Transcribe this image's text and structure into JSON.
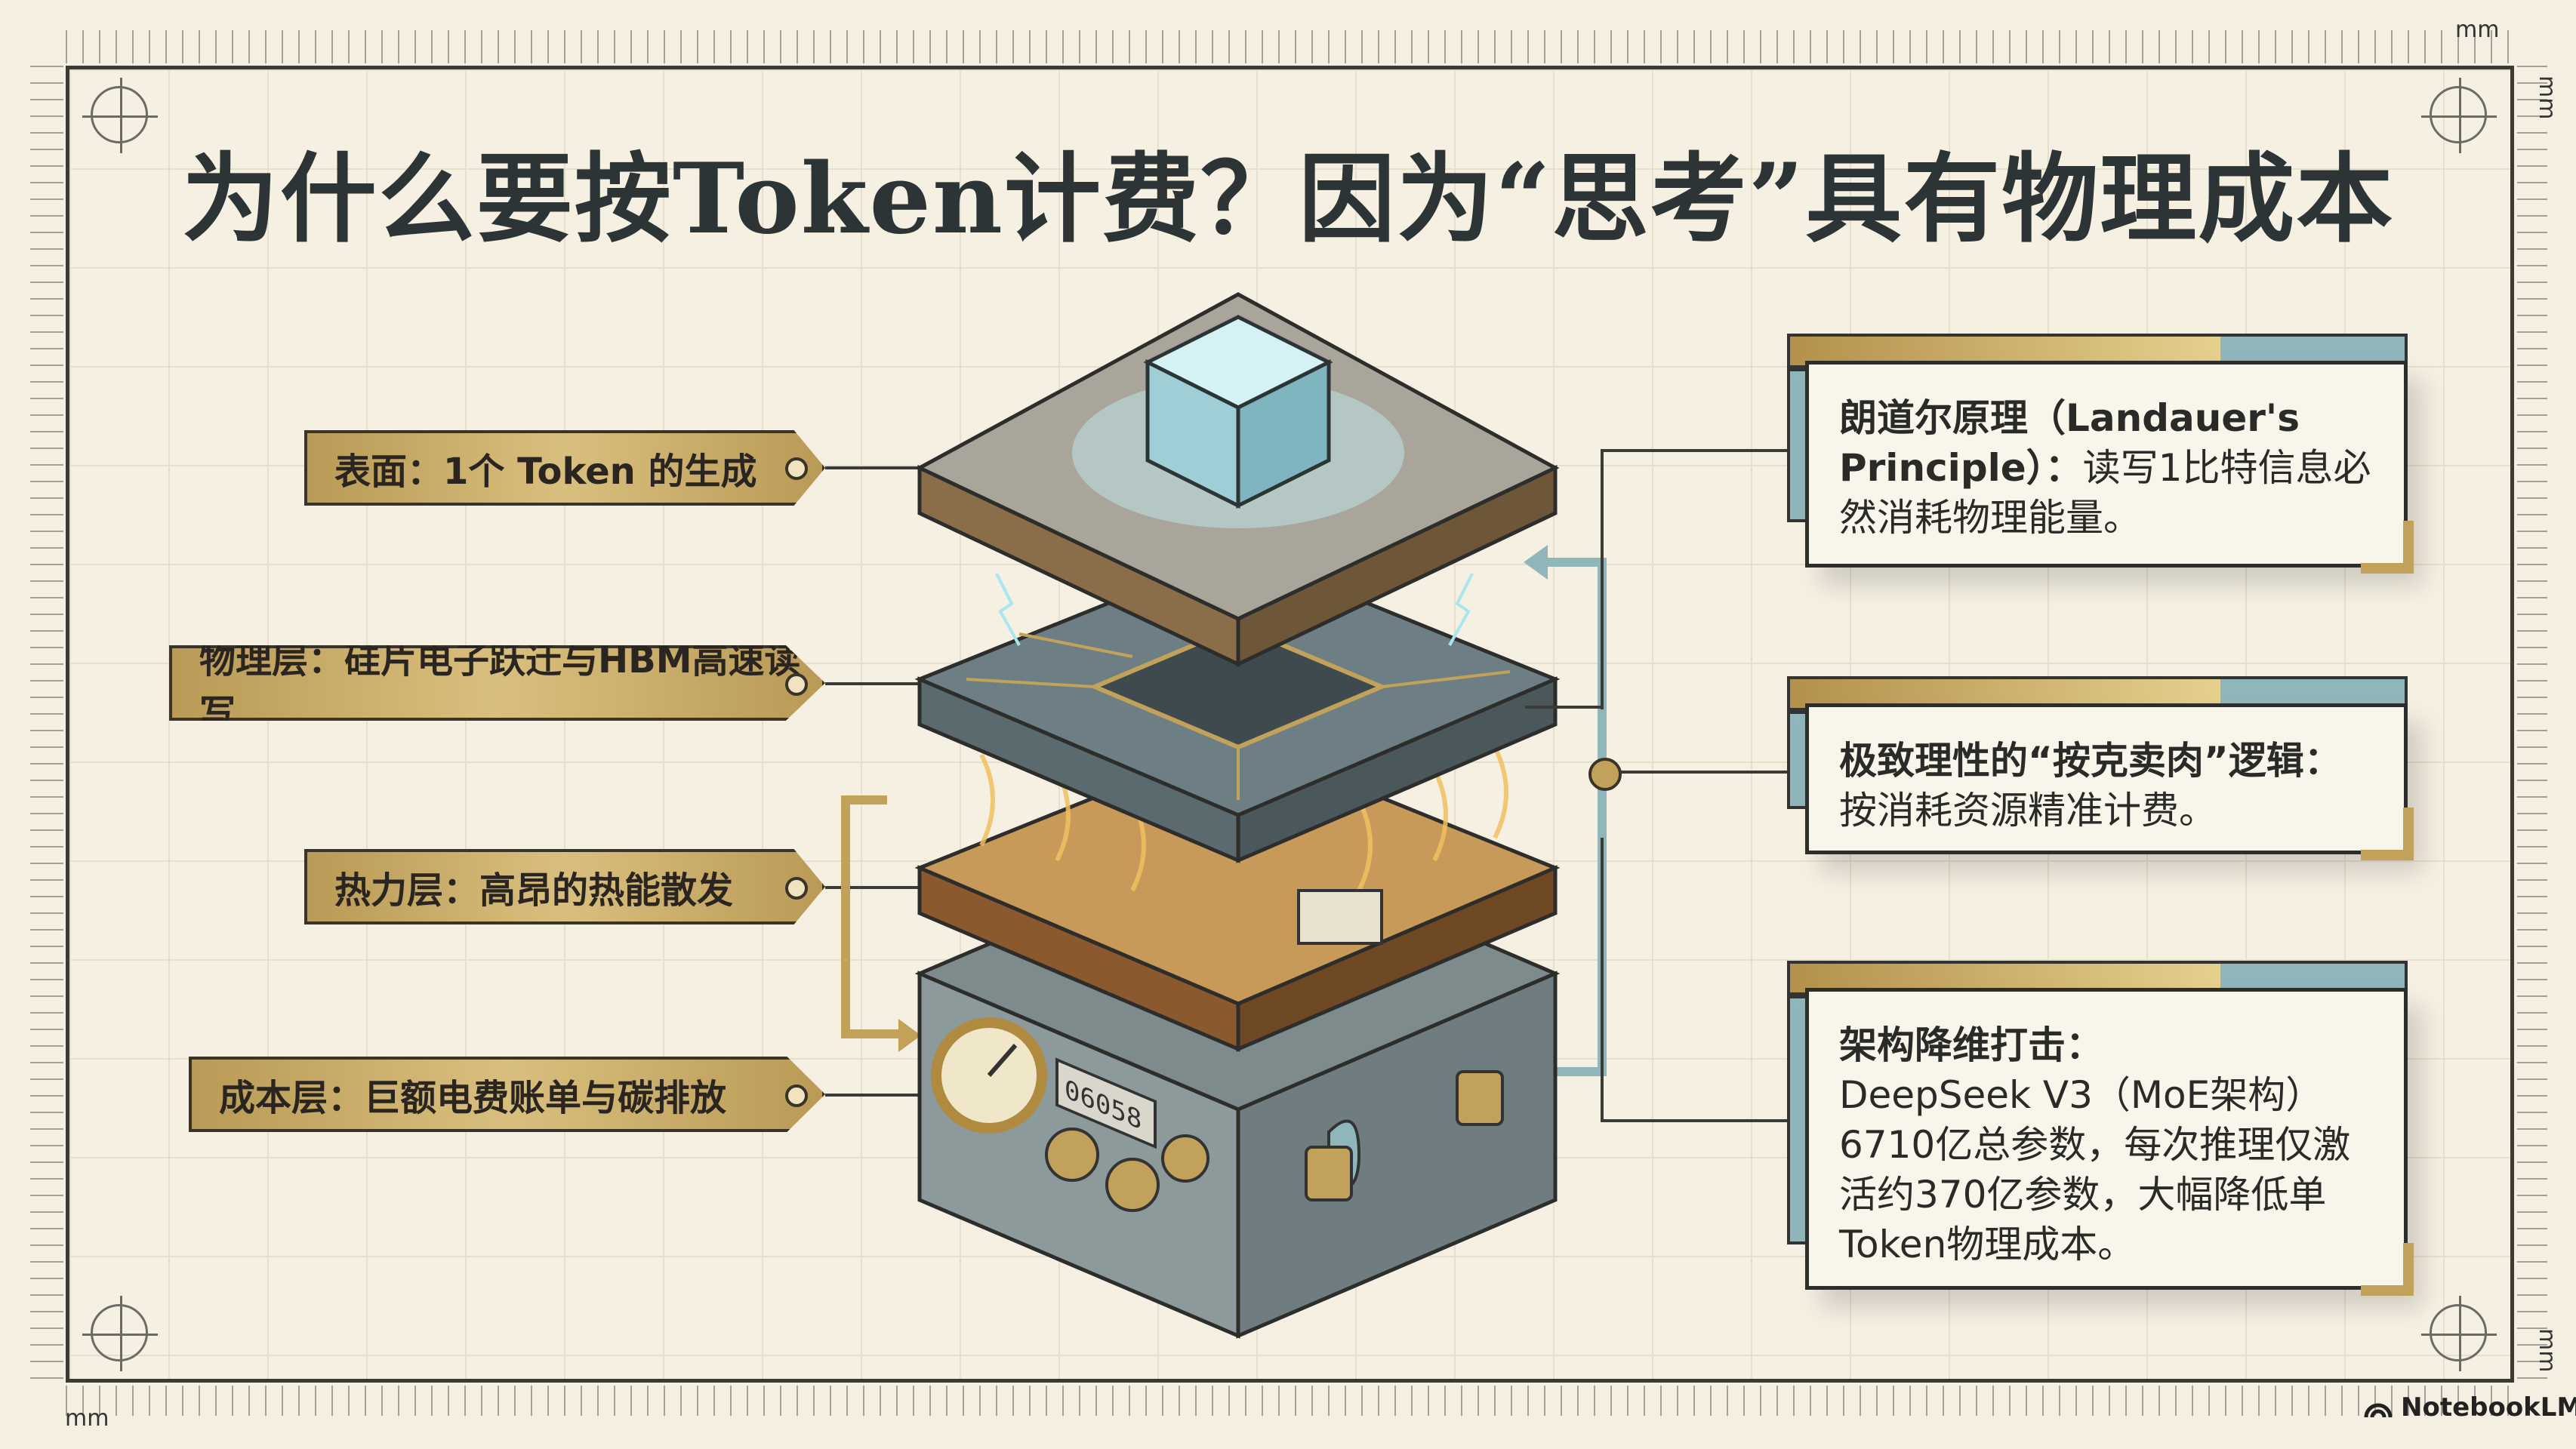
{
  "title": "为什么要按Token计费？因为“思考”具有物理成本",
  "ruler_unit": "mm",
  "layers": [
    {
      "label": "表面：1个 Token 的生成"
    },
    {
      "label": "物理层：硅片电子跃迁与HBM高速读写"
    },
    {
      "label": "热力层：高昂的热能散发"
    },
    {
      "label": "成本层：巨额电费账单与碳排放"
    }
  ],
  "meter_reading": "06058",
  "boxes": [
    {
      "heading": "朗道尔原理（Landauer's Principle）：",
      "body": "读写1比特信息必然消耗物理能量。"
    },
    {
      "heading": "极致理性的“按克卖肉”逻辑：",
      "body": "按消耗资源精准计费。"
    },
    {
      "heading": "架构降维打击：",
      "body": "DeepSeek V3（MoE架构）6710亿总参数，每次推理仅激活约370亿参数，大幅降低单Token物理成本。"
    }
  ],
  "brand": "NotebookLM",
  "colors": {
    "gold": "#c2a25a",
    "teal": "#8fb6ba",
    "ink": "#2d3436",
    "paper": "#f5f0e2"
  }
}
